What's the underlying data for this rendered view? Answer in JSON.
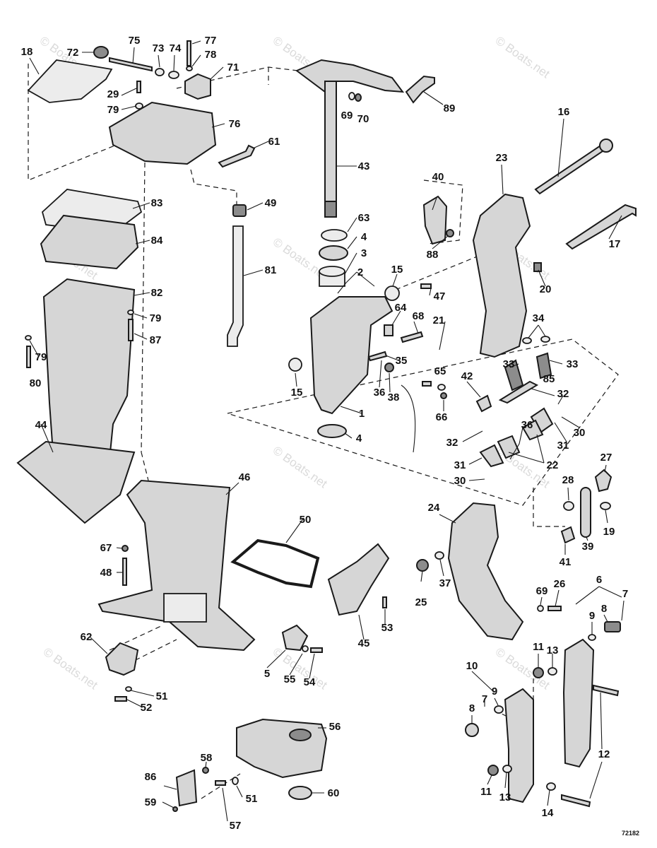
{
  "diagram": {
    "watermark": "© Boats.net",
    "figure_code": "72182",
    "callouts": [
      "1",
      "2",
      "3",
      "4",
      "5",
      "6",
      "7",
      "8",
      "9",
      "10",
      "11",
      "12",
      "13",
      "14",
      "15",
      "16",
      "17",
      "18",
      "19",
      "20",
      "21",
      "22",
      "23",
      "24",
      "25",
      "26",
      "27",
      "28",
      "29",
      "30",
      "31",
      "32",
      "33",
      "34",
      "35",
      "36",
      "37",
      "38",
      "39",
      "40",
      "41",
      "42",
      "43",
      "44",
      "45",
      "46",
      "47",
      "48",
      "49",
      "50",
      "51",
      "52",
      "53",
      "54",
      "55",
      "56",
      "57",
      "58",
      "59",
      "60",
      "61",
      "62",
      "63",
      "64",
      "65",
      "66",
      "67",
      "68",
      "69",
      "70",
      "71",
      "72",
      "73",
      "74",
      "75",
      "76",
      "77",
      "78",
      "79",
      "80",
      "81",
      "82",
      "83",
      "84",
      "85",
      "86",
      "87",
      "88",
      "89"
    ]
  }
}
